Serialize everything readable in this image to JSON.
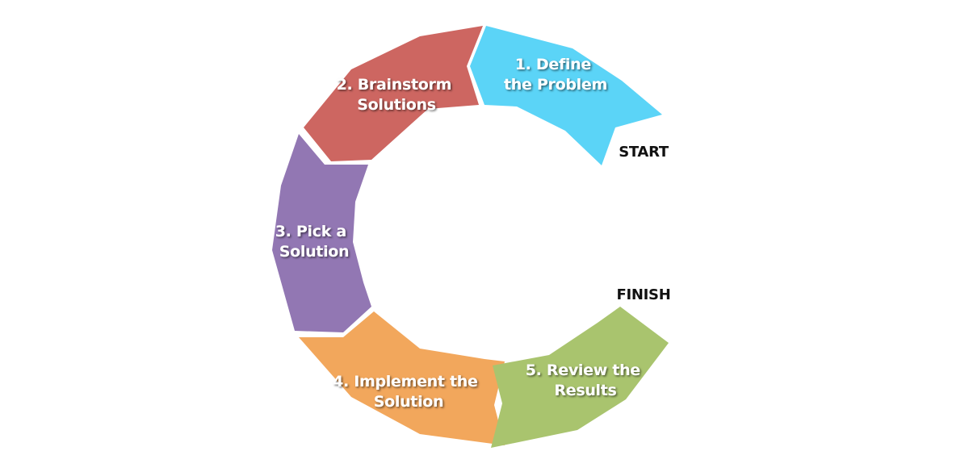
{
  "steps": [
    {
      "line1": "1. Define",
      "line2": "the Problem",
      "color": "#5bd4f7"
    },
    {
      "line1": "2. Brainstorm",
      "line2": "Solutions",
      "color": "#cd6661"
    },
    {
      "line1": "3. Pick a",
      "line2": "Solution",
      "color": "#9277b3"
    },
    {
      "line1": "4. Implement the",
      "line2": "Solution",
      "color": "#f2a75c"
    },
    {
      "line1": "5. Review the",
      "line2": "Results",
      "color": "#a9c46e"
    }
  ],
  "markers": {
    "start": "START",
    "finish": "FINISH"
  }
}
